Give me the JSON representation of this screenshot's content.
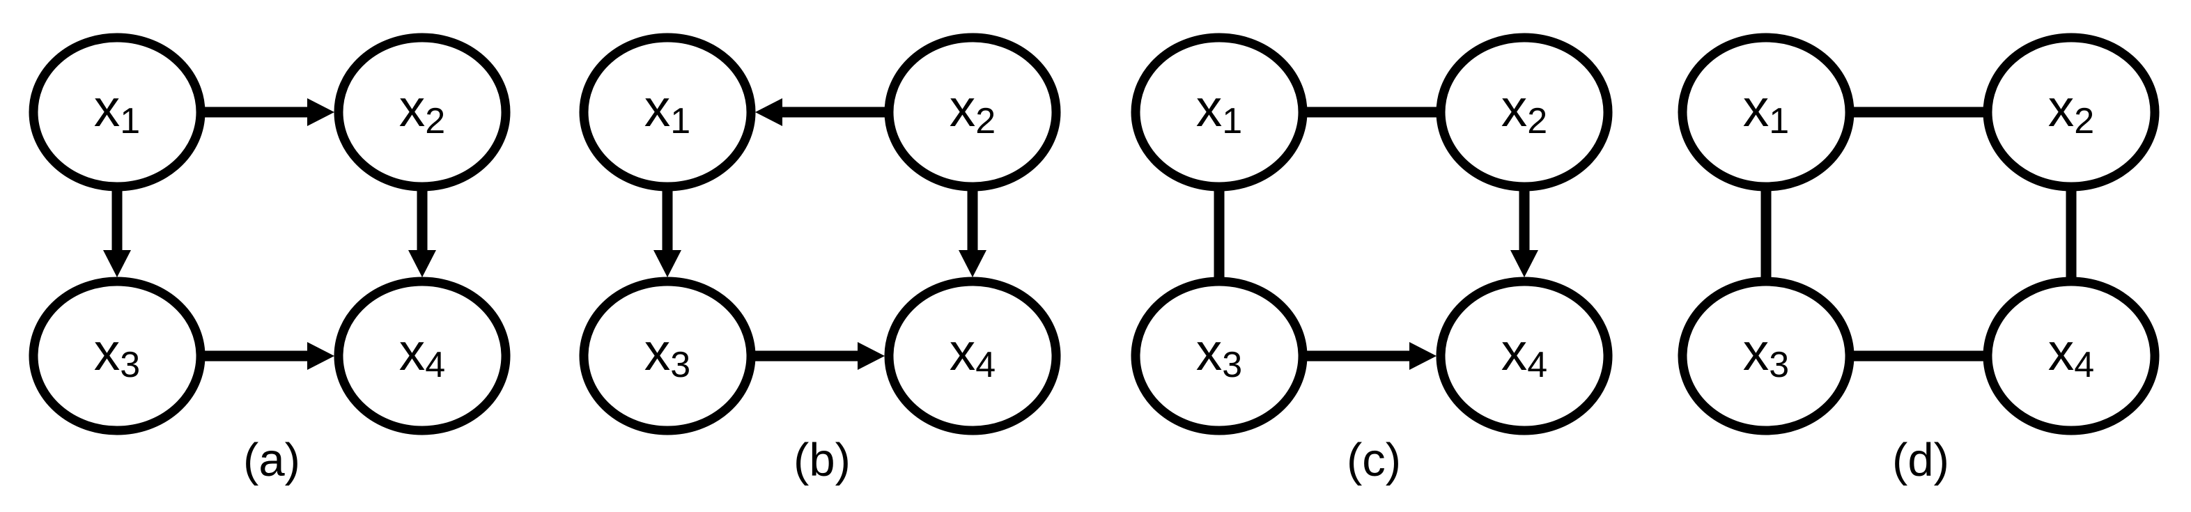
{
  "figure": {
    "colors": {
      "stroke": "#000000",
      "node_fill": "#ffffff",
      "background": "#ffffff"
    },
    "panels": [
      {
        "caption": "(a)",
        "nodes": [
          {
            "id": "x1",
            "label": "x",
            "sub": "1",
            "col": 0,
            "row": 0
          },
          {
            "id": "x2",
            "label": "x",
            "sub": "2",
            "col": 1,
            "row": 0
          },
          {
            "id": "x3",
            "label": "x",
            "sub": "3",
            "col": 0,
            "row": 1
          },
          {
            "id": "x4",
            "label": "x",
            "sub": "4",
            "col": 1,
            "row": 1
          }
        ],
        "edges": [
          {
            "from": "x1",
            "to": "x2",
            "directed": true
          },
          {
            "from": "x1",
            "to": "x3",
            "directed": true
          },
          {
            "from": "x2",
            "to": "x4",
            "directed": true
          },
          {
            "from": "x3",
            "to": "x4",
            "directed": true
          }
        ]
      },
      {
        "caption": "(b)",
        "nodes": [
          {
            "id": "x1",
            "label": "x",
            "sub": "1",
            "col": 0,
            "row": 0
          },
          {
            "id": "x2",
            "label": "x",
            "sub": "2",
            "col": 1,
            "row": 0
          },
          {
            "id": "x3",
            "label": "x",
            "sub": "3",
            "col": 0,
            "row": 1
          },
          {
            "id": "x4",
            "label": "x",
            "sub": "4",
            "col": 1,
            "row": 1
          }
        ],
        "edges": [
          {
            "from": "x2",
            "to": "x1",
            "directed": true
          },
          {
            "from": "x1",
            "to": "x3",
            "directed": true
          },
          {
            "from": "x2",
            "to": "x4",
            "directed": true
          },
          {
            "from": "x3",
            "to": "x4",
            "directed": true
          }
        ]
      },
      {
        "caption": "(c)",
        "nodes": [
          {
            "id": "x1",
            "label": "x",
            "sub": "1",
            "col": 0,
            "row": 0
          },
          {
            "id": "x2",
            "label": "x",
            "sub": "2",
            "col": 1,
            "row": 0
          },
          {
            "id": "x3",
            "label": "x",
            "sub": "3",
            "col": 0,
            "row": 1
          },
          {
            "id": "x4",
            "label": "x",
            "sub": "4",
            "col": 1,
            "row": 1
          }
        ],
        "edges": [
          {
            "from": "x1",
            "to": "x2",
            "directed": false
          },
          {
            "from": "x1",
            "to": "x3",
            "directed": false
          },
          {
            "from": "x2",
            "to": "x4",
            "directed": true
          },
          {
            "from": "x3",
            "to": "x4",
            "directed": true
          }
        ]
      },
      {
        "caption": "(d)",
        "nodes": [
          {
            "id": "x1",
            "label": "x",
            "sub": "1",
            "col": 0,
            "row": 0
          },
          {
            "id": "x2",
            "label": "x",
            "sub": "2",
            "col": 1,
            "row": 0
          },
          {
            "id": "x3",
            "label": "x",
            "sub": "3",
            "col": 0,
            "row": 1
          },
          {
            "id": "x4",
            "label": "x",
            "sub": "4",
            "col": 1,
            "row": 1
          }
        ],
        "edges": [
          {
            "from": "x1",
            "to": "x2",
            "directed": false
          },
          {
            "from": "x1",
            "to": "x3",
            "directed": false
          },
          {
            "from": "x2",
            "to": "x4",
            "directed": false
          },
          {
            "from": "x3",
            "to": "x4",
            "directed": false
          }
        ]
      }
    ]
  }
}
